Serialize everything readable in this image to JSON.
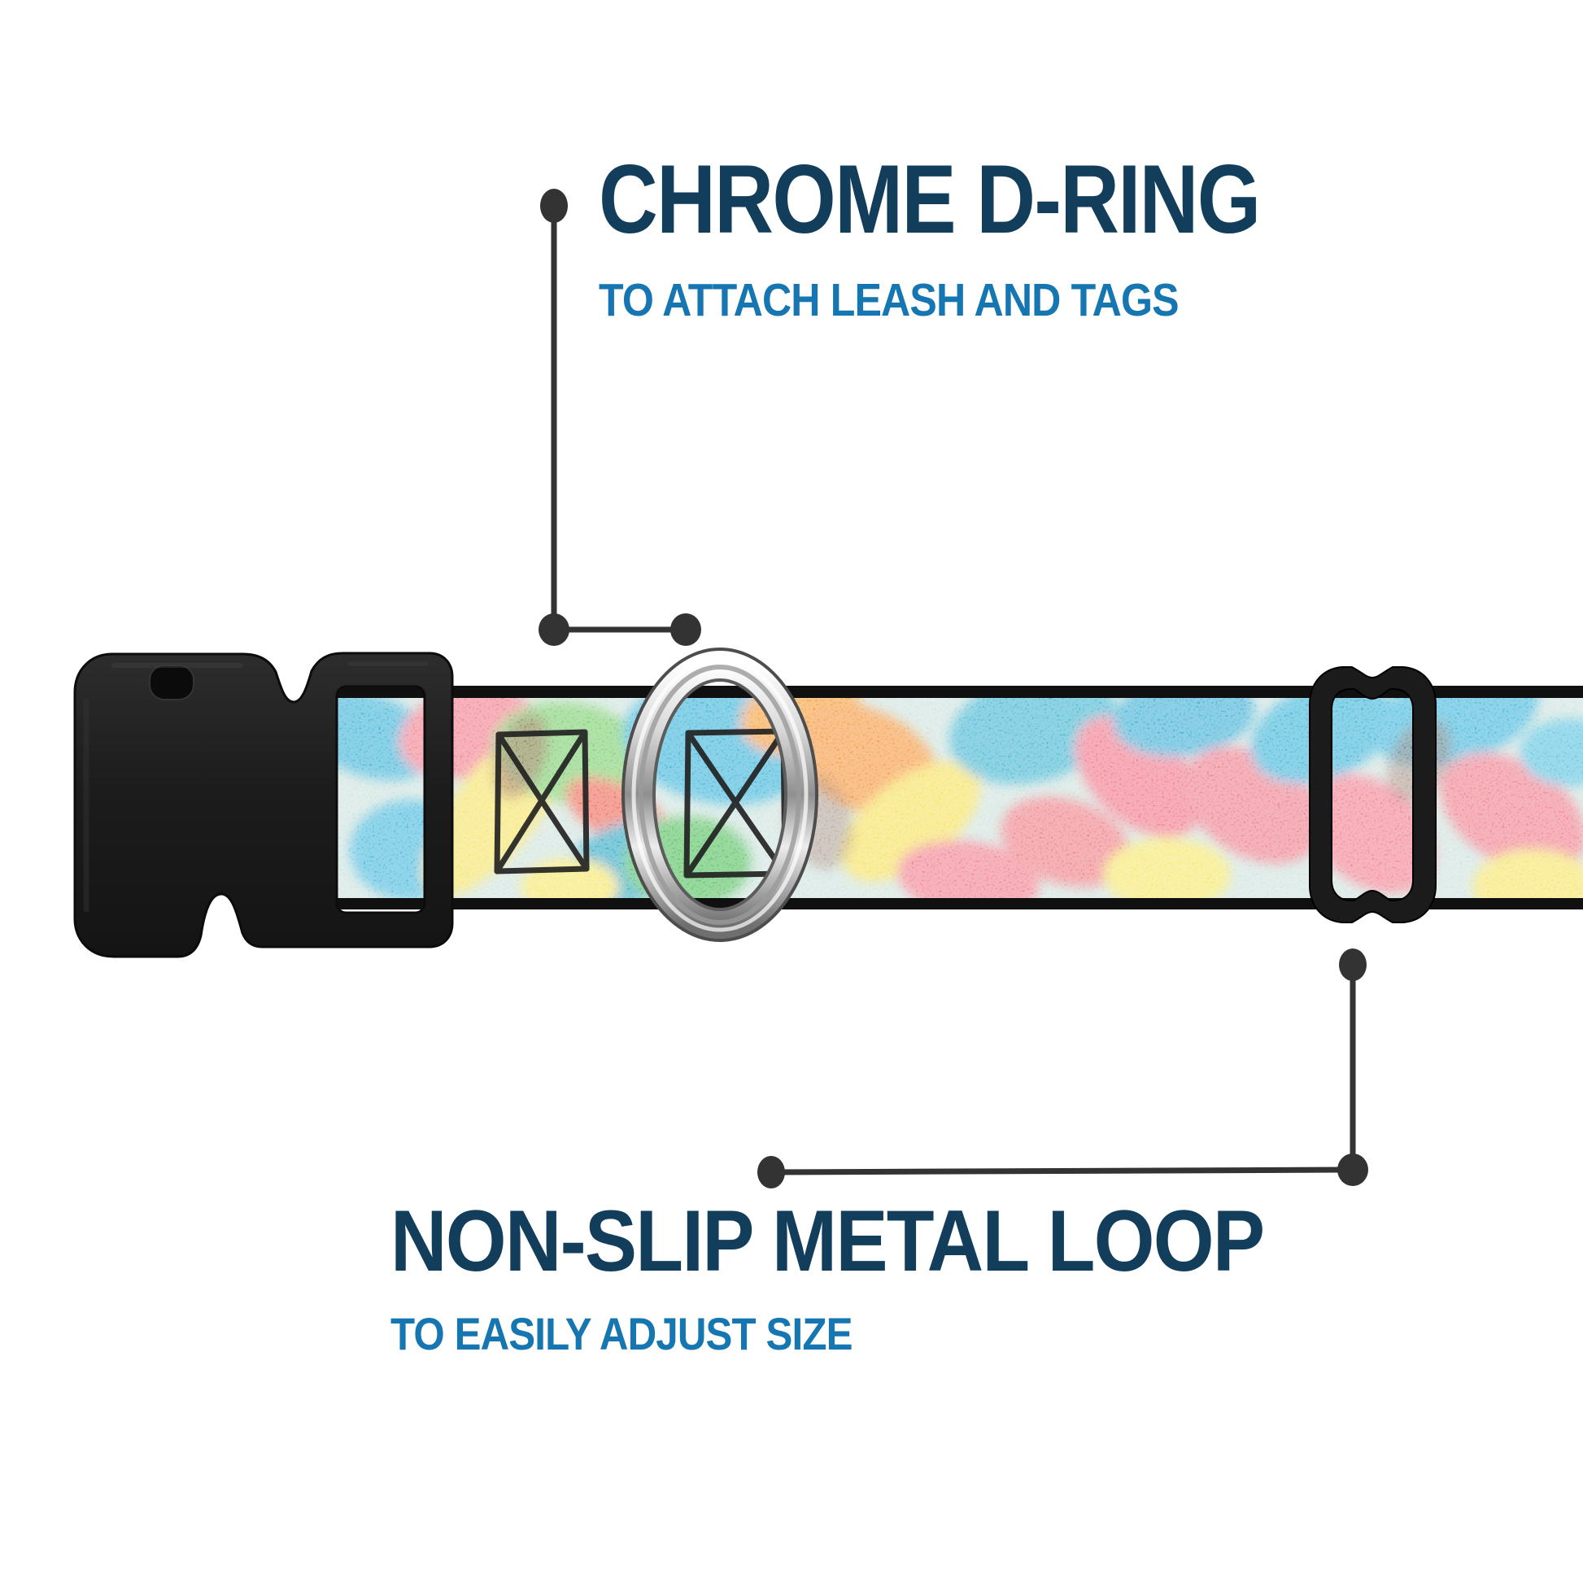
{
  "page": {
    "background": "#ffffff"
  },
  "theme": {
    "title_color": "#123e5c",
    "subtitle_color": "#1576b1",
    "callout_color": "#333333",
    "buckle_color": "#1d1d1d",
    "strap_edge_color": "#101010",
    "ring_silver": "#c9c9c9"
  },
  "strap_palette": [
    "#3fb4d8",
    "#7ecf70",
    "#f2808f",
    "#f5e469",
    "#f59a42",
    "#ef6a5a"
  ],
  "callouts": {
    "d_ring": {
      "label": "CHROME D-RING",
      "sublabel": "TO ATTACH LEASH AND TAGS"
    },
    "metal_loop": {
      "label": "NON-SLIP METAL LOOP",
      "sublabel": "TO EASILY ADJUST SIZE"
    }
  }
}
